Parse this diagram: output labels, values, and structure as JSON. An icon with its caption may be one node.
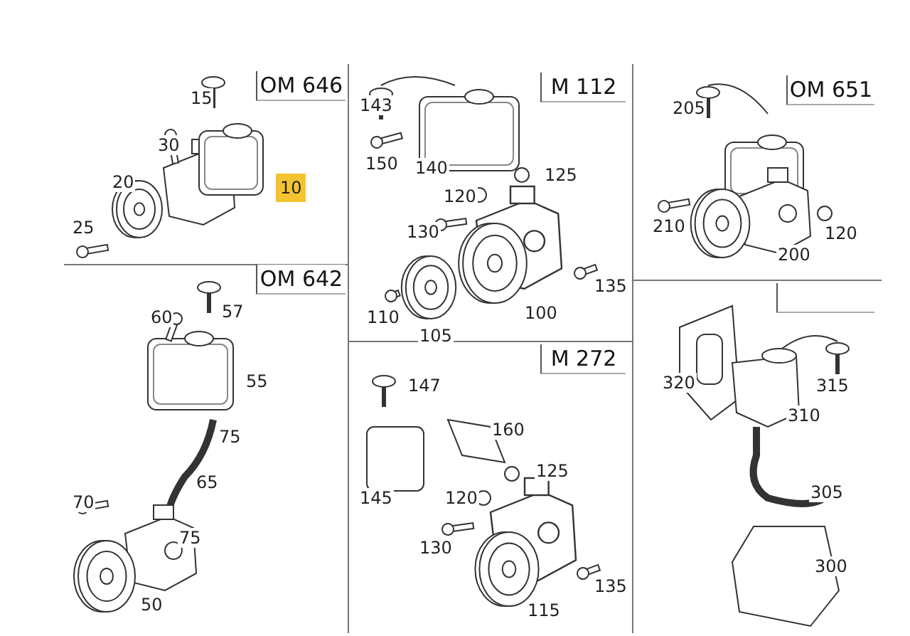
{
  "diagram": {
    "nodes": [
      {
        "text": [
          "OM 646"
        ]
      },
      {
        "text": [
          "M 112"
        ]
      },
      {
        "text": [
          "OM 651"
        ]
      },
      {
        "text": [
          "OM 642"
        ]
      },
      {
        "text": [
          "M 272"
        ]
      },
      {
        "text": [],
        "shape": "box"
      }
    ],
    "labels": [
      "15",
      "30",
      "20",
      "10",
      "25",
      "143",
      "150",
      "140",
      "125",
      "120",
      "130",
      "135",
      "110",
      "105",
      "100",
      "205",
      "210",
      "120",
      "200",
      "320",
      "315",
      "310",
      "305",
      "300",
      "60",
      "57",
      "55",
      "75",
      "65",
      "70",
      "75",
      "50",
      "147",
      "160",
      "145",
      "125",
      "120",
      "130",
      "135",
      "115"
    ]
  }
}
